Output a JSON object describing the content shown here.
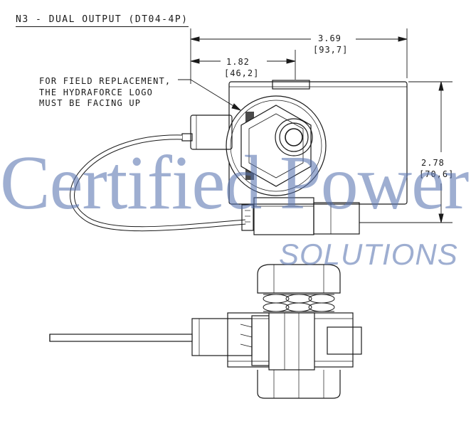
{
  "header": {
    "title": "N3 - DUAL OUTPUT (DT04-4P)"
  },
  "note": {
    "text": "FOR FIELD REPLACEMENT,\nTHE HYDRAFORCE LOGO\nMUST BE FACING UP"
  },
  "dimensions": {
    "overall_width": {
      "value": "3.69",
      "metric": "[93,7]"
    },
    "center_offset": {
      "value": "1.82",
      "metric": "[46,2]"
    },
    "height": {
      "value": "2.78",
      "metric": "[70,6]"
    }
  },
  "watermark": {
    "line1": "Certified Power",
    "line2": "SOLUTIONS"
  }
}
